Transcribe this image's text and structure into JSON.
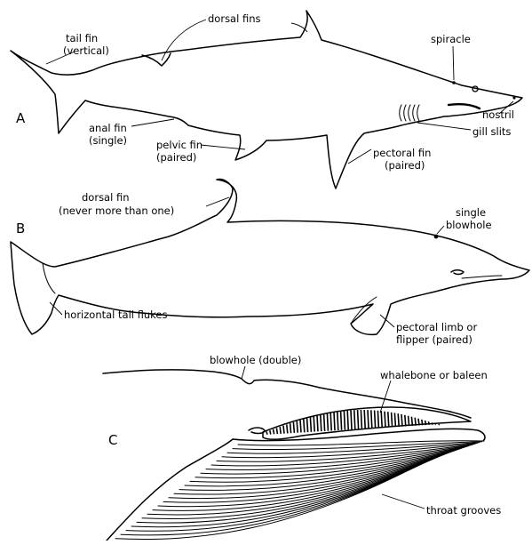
{
  "panels": {
    "a": {
      "letter": "A",
      "labels": {
        "tail_fin_1": "tail fin",
        "tail_fin_2": "(vertical)",
        "dorsal_fins": "dorsal fins",
        "spiracle": "spiracle",
        "nostril": "nostril",
        "gill_slits": "gill slits",
        "anal_fin_1": "anal fin",
        "anal_fin_2": "(single)",
        "pelvic_fin_1": "pelvic fin",
        "pelvic_fin_2": "(paired)",
        "pectoral_fin_1": "pectoral fin",
        "pectoral_fin_2": "(paired)"
      }
    },
    "b": {
      "letter": "B",
      "labels": {
        "dorsal_fin_1": "dorsal fin",
        "dorsal_fin_2": "(never more than one)",
        "blowhole_1": "single",
        "blowhole_2": "blowhole",
        "tail_flukes": "horizontal tail flukes",
        "pectoral_limb_1": "pectoral limb or",
        "pectoral_limb_2": "flipper (paired)"
      }
    },
    "c": {
      "letter": "C",
      "labels": {
        "blowhole_double": "blowhole (double)",
        "baleen": "whalebone or baleen",
        "throat_grooves": "throat grooves"
      }
    }
  }
}
